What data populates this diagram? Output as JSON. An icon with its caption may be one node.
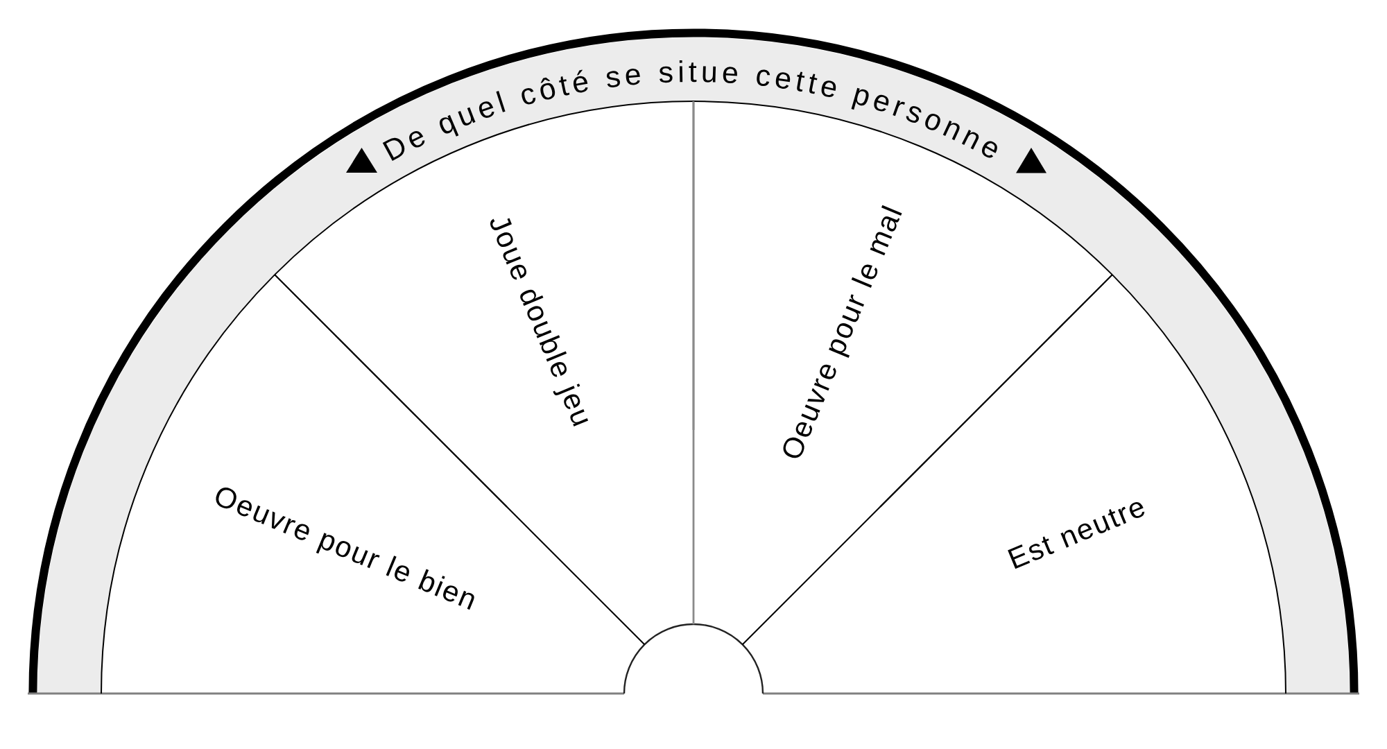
{
  "diagram": {
    "title": "De quel côté se situe cette personne",
    "nodes": [
      {
        "text": [
          "Oeuvre pour le bien"
        ]
      },
      {
        "text": [
          "Joue double jeu"
        ]
      },
      {
        "text": [
          "Oeuvre pour le mal"
        ]
      },
      {
        "text": [
          "Est neutre"
        ]
      }
    ]
  }
}
